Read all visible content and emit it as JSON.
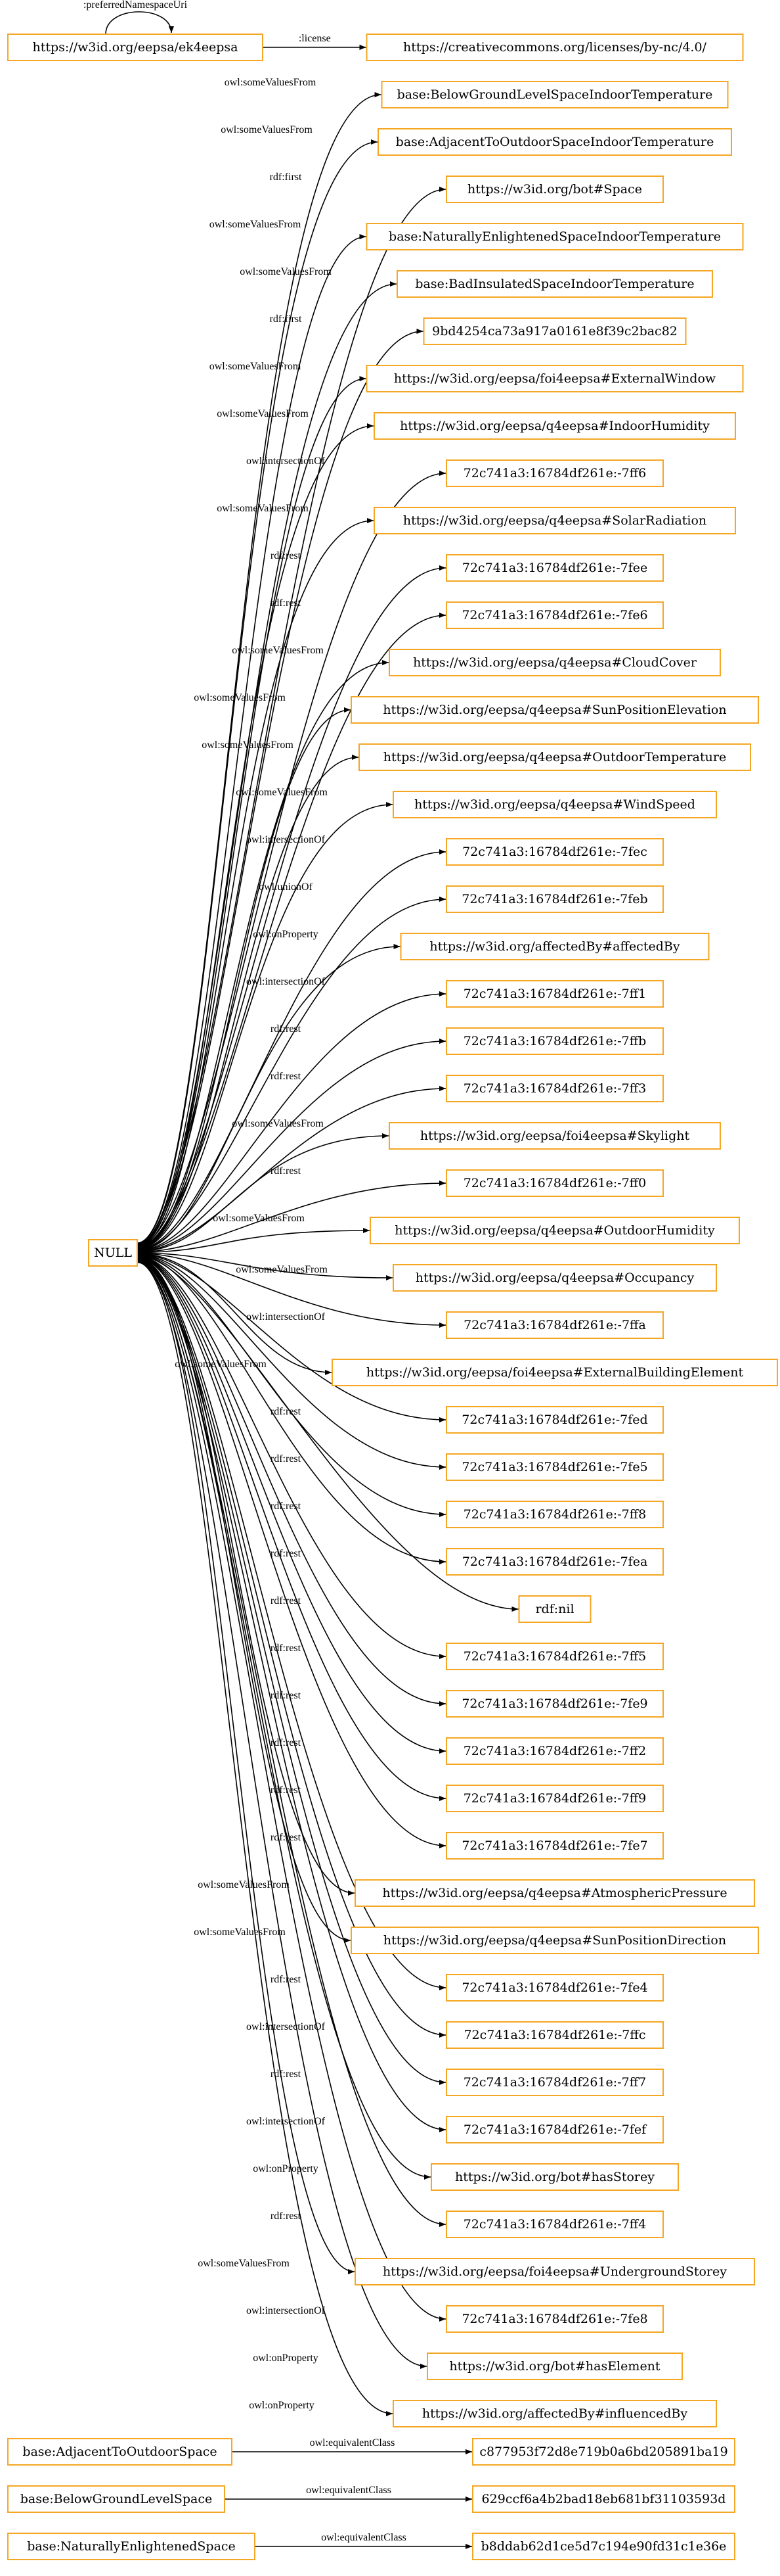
{
  "graph": {
    "top_node": {
      "id": "ek4eepsa",
      "label": "https://w3id.org/eepsa/ek4eepsa"
    },
    "self_edge_label": ":preferredNamespaceUri",
    "license": {
      "edge": ":license",
      "target": "https://creativecommons.org/licenses/by-nc/4.0/"
    },
    "hub": {
      "label": "NULL"
    },
    "hub_edges": [
      {
        "edge": "owl:someValuesFrom",
        "target": "base:BelowGroundLevelSpaceIndoorTemperature"
      },
      {
        "edge": "owl:someValuesFrom",
        "target": "base:AdjacentToOutdoorSpaceIndoorTemperature"
      },
      {
        "edge": "rdf:first",
        "target": "https://w3id.org/bot#Space"
      },
      {
        "edge": "owl:someValuesFrom",
        "target": "base:NaturallyEnlightenedSpaceIndoorTemperature"
      },
      {
        "edge": "owl:someValuesFrom",
        "target": "base:BadInsulatedSpaceIndoorTemperature"
      },
      {
        "edge": "rdf:first",
        "target": "9bd4254ca73a917a0161e8f39c2bac82"
      },
      {
        "edge": "owl:someValuesFrom",
        "target": "https://w3id.org/eepsa/foi4eepsa#ExternalWindow"
      },
      {
        "edge": "owl:someValuesFrom",
        "target": "https://w3id.org/eepsa/q4eepsa#IndoorHumidity"
      },
      {
        "edge": "owl:intersectionOf",
        "target": "72c741a3:16784df261e:-7ff6"
      },
      {
        "edge": "owl:someValuesFrom",
        "target": "https://w3id.org/eepsa/q4eepsa#SolarRadiation"
      },
      {
        "edge": "rdf:rest",
        "target": "72c741a3:16784df261e:-7fee"
      },
      {
        "edge": "rdf:rest",
        "target": "72c741a3:16784df261e:-7fe6"
      },
      {
        "edge": "owl:someValuesFrom",
        "target": "https://w3id.org/eepsa/q4eepsa#CloudCover"
      },
      {
        "edge": "owl:someValuesFrom",
        "target": "https://w3id.org/eepsa/q4eepsa#SunPositionElevation"
      },
      {
        "edge": "owl:someValuesFrom",
        "target": "https://w3id.org/eepsa/q4eepsa#OutdoorTemperature"
      },
      {
        "edge": "owl:someValuesFrom",
        "target": "https://w3id.org/eepsa/q4eepsa#WindSpeed"
      },
      {
        "edge": "owl:intersectionOf",
        "target": "72c741a3:16784df261e:-7fec"
      },
      {
        "edge": "owl:unionOf",
        "target": "72c741a3:16784df261e:-7feb"
      },
      {
        "edge": "owl:onProperty",
        "target": "https://w3id.org/affectedBy#affectedBy"
      },
      {
        "edge": "owl:intersectionOf",
        "target": "72c741a3:16784df261e:-7ff1"
      },
      {
        "edge": "rdf:rest",
        "target": "72c741a3:16784df261e:-7ffb"
      },
      {
        "edge": "rdf:rest",
        "target": "72c741a3:16784df261e:-7ff3"
      },
      {
        "edge": "owl:someValuesFrom",
        "target": "https://w3id.org/eepsa/foi4eepsa#Skylight"
      },
      {
        "edge": "rdf:rest",
        "target": "72c741a3:16784df261e:-7ff0"
      },
      {
        "edge": "owl:someValuesFrom",
        "target": "https://w3id.org/eepsa/q4eepsa#OutdoorHumidity"
      },
      {
        "edge": "owl:someValuesFrom",
        "target": "https://w3id.org/eepsa/q4eepsa#Occupancy"
      },
      {
        "edge": "owl:intersectionOf",
        "target": "72c741a3:16784df261e:-7ffa"
      },
      {
        "edge": "owl:someValuesFrom",
        "target": "https://w3id.org/eepsa/foi4eepsa#ExternalBuildingElement"
      },
      {
        "edge": "rdf:rest",
        "target": "72c741a3:16784df261e:-7fed"
      },
      {
        "edge": "rdf:rest",
        "target": "72c741a3:16784df261e:-7fe5"
      },
      {
        "edge": "rdf:rest",
        "target": "72c741a3:16784df261e:-7ff8"
      },
      {
        "edge": "rdf:rest",
        "target": "72c741a3:16784df261e:-7fea"
      },
      {
        "edge": "rdf:rest",
        "target": "rdf:nil"
      },
      {
        "edge": "rdf:rest",
        "target": "72c741a3:16784df261e:-7ff5"
      },
      {
        "edge": "rdf:rest",
        "target": "72c741a3:16784df261e:-7fe9"
      },
      {
        "edge": "rdf:rest",
        "target": "72c741a3:16784df261e:-7ff2"
      },
      {
        "edge": "rdf:rest",
        "target": "72c741a3:16784df261e:-7ff9"
      },
      {
        "edge": "rdf:rest",
        "target": "72c741a3:16784df261e:-7fe7"
      },
      {
        "edge": "owl:someValuesFrom",
        "target": "https://w3id.org/eepsa/q4eepsa#AtmosphericPressure"
      },
      {
        "edge": "owl:someValuesFrom",
        "target": "https://w3id.org/eepsa/q4eepsa#SunPositionDirection"
      },
      {
        "edge": "rdf:rest",
        "target": "72c741a3:16784df261e:-7fe4"
      },
      {
        "edge": "owl:intersectionOf",
        "target": "72c741a3:16784df261e:-7ffc"
      },
      {
        "edge": "rdf:rest",
        "target": "72c741a3:16784df261e:-7ff7"
      },
      {
        "edge": "owl:intersectionOf",
        "target": "72c741a3:16784df261e:-7fef"
      },
      {
        "edge": "owl:onProperty",
        "target": "https://w3id.org/bot#hasStorey"
      },
      {
        "edge": "rdf:rest",
        "target": "72c741a3:16784df261e:-7ff4"
      },
      {
        "edge": "owl:someValuesFrom",
        "target": "https://w3id.org/eepsa/foi4eepsa#UndergroundStorey"
      },
      {
        "edge": "owl:intersectionOf",
        "target": "72c741a3:16784df261e:-7fe8"
      },
      {
        "edge": "owl:onProperty",
        "target": "https://w3id.org/bot#hasElement"
      },
      {
        "edge": "owl:onProperty",
        "target": "https://w3id.org/affectedBy#influencedBy"
      }
    ],
    "bottom_pairs": [
      {
        "source": "base:AdjacentToOutdoorSpace",
        "edge": "owl:equivalentClass",
        "target": "c877953f72d8e719b0a6bd205891ba19"
      },
      {
        "source": "base:BelowGroundLevelSpace",
        "edge": "owl:equivalentClass",
        "target": "629ccf6a4b2bad18eb681bf31103593d"
      },
      {
        "source": "base:NaturallyEnlightenedSpace",
        "edge": "owl:equivalentClass",
        "target": "b8ddab62d1ce5d7c194e90fd31c1e36e"
      }
    ]
  }
}
